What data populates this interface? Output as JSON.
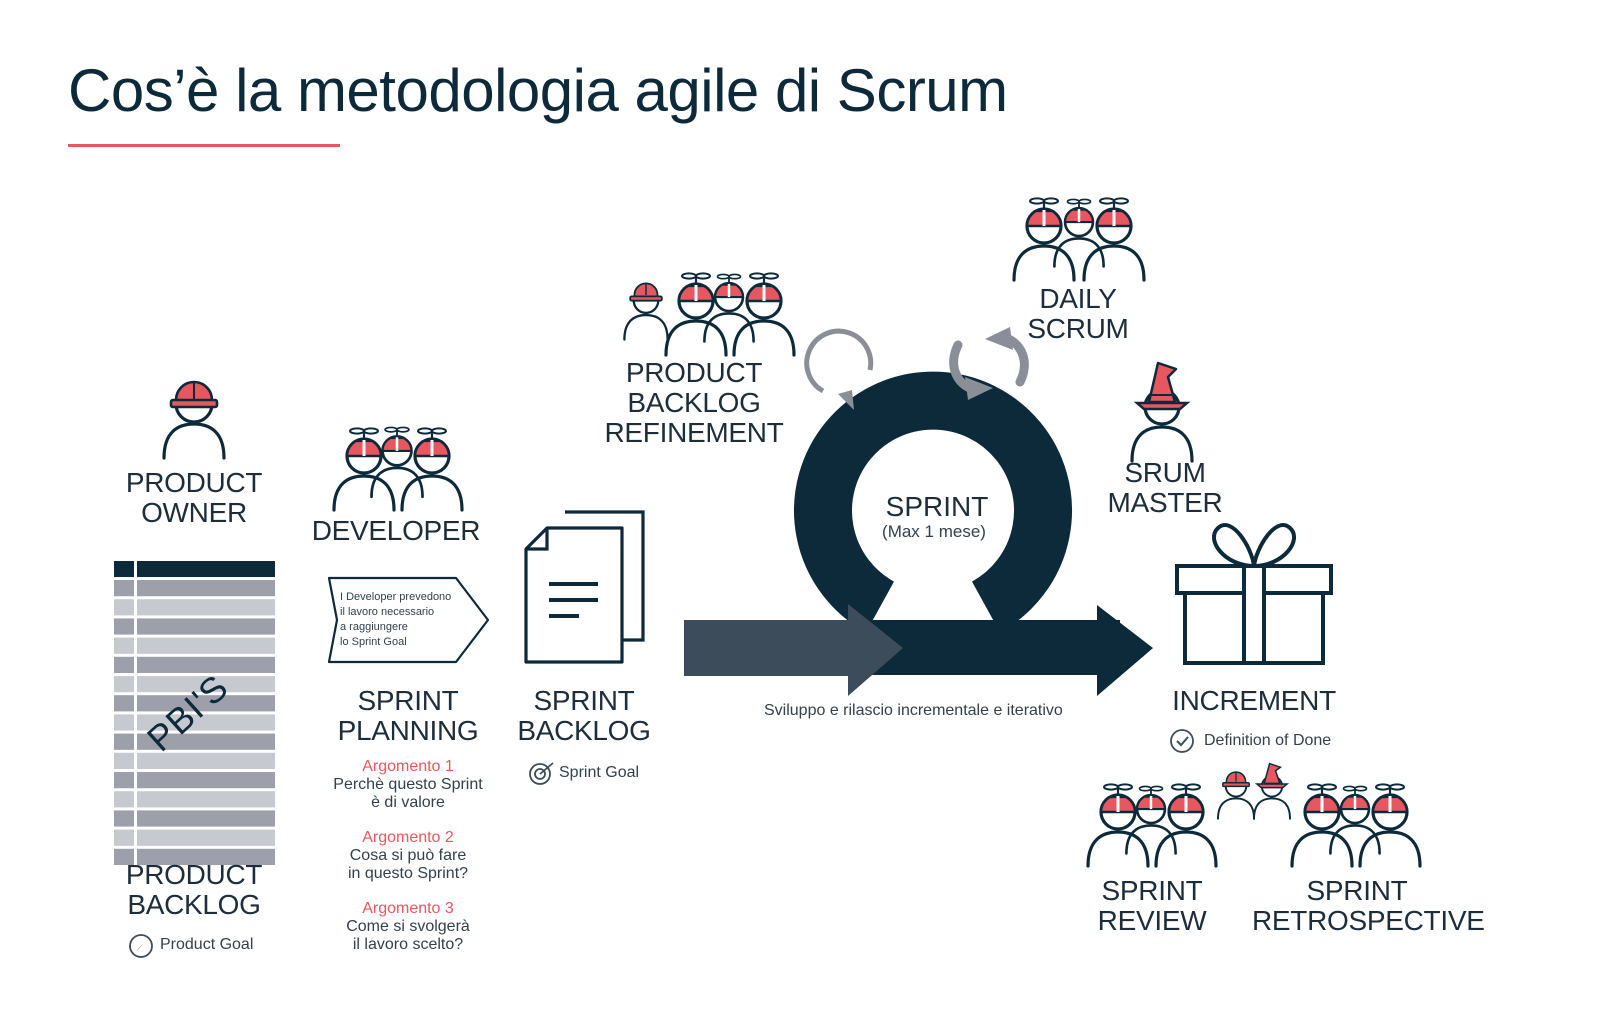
{
  "title": "Cos’è la metodologia agile di Scrum",
  "roles": {
    "product_owner": [
      "PRODUCT",
      "OWNER"
    ],
    "developer": "DEVELOPER",
    "product_backlog_refinement": [
      "PRODUCT",
      "BACKLOG",
      "REFINEMENT"
    ],
    "daily_scrum": [
      "DAILY",
      "SCRUM"
    ],
    "scrum_master": [
      "SRUM",
      "MASTER"
    ]
  },
  "product_backlog": {
    "pbis_label": "PBI'S",
    "label": [
      "PRODUCT",
      "BACKLOG"
    ],
    "goal": "Product Goal"
  },
  "sprint_planning": {
    "note": [
      "I Developer prevedono",
      "il lavoro necessario",
      "a raggiungere",
      "lo Sprint Goal"
    ],
    "label": [
      "SPRINT",
      "PLANNING"
    ],
    "topics": [
      {
        "heading": "Argomento 1",
        "lines": [
          "Perchè questo Sprint",
          "è di valore"
        ]
      },
      {
        "heading": "Argomento 2",
        "lines": [
          "Cosa si può fare",
          "in questo Sprint?"
        ]
      },
      {
        "heading": "Argomento 3",
        "lines": [
          "Come si svolgerà",
          "il lavoro scelto?"
        ]
      }
    ]
  },
  "sprint_backlog": {
    "label": [
      "SPRINT",
      "BACKLOG"
    ],
    "goal": "Sprint Goal"
  },
  "sprint": {
    "label": "SPRINT",
    "sub": "(Max 1 mese)"
  },
  "flow_caption": "Sviluppo e rilascio incrementale e iterativo",
  "increment": {
    "label": "INCREMENT",
    "dod": "Definition of Done"
  },
  "events": {
    "review": [
      "SPRINT",
      "REVIEW"
    ],
    "retrospective": [
      "SPRINT",
      "RETROSPECTIVE"
    ]
  },
  "colors": {
    "navy": "#0d2a3b",
    "slate": "#3d4c5a",
    "accent": "#e8575f",
    "gray": "#8a8f97",
    "light_gray": "#c7c9d0"
  }
}
